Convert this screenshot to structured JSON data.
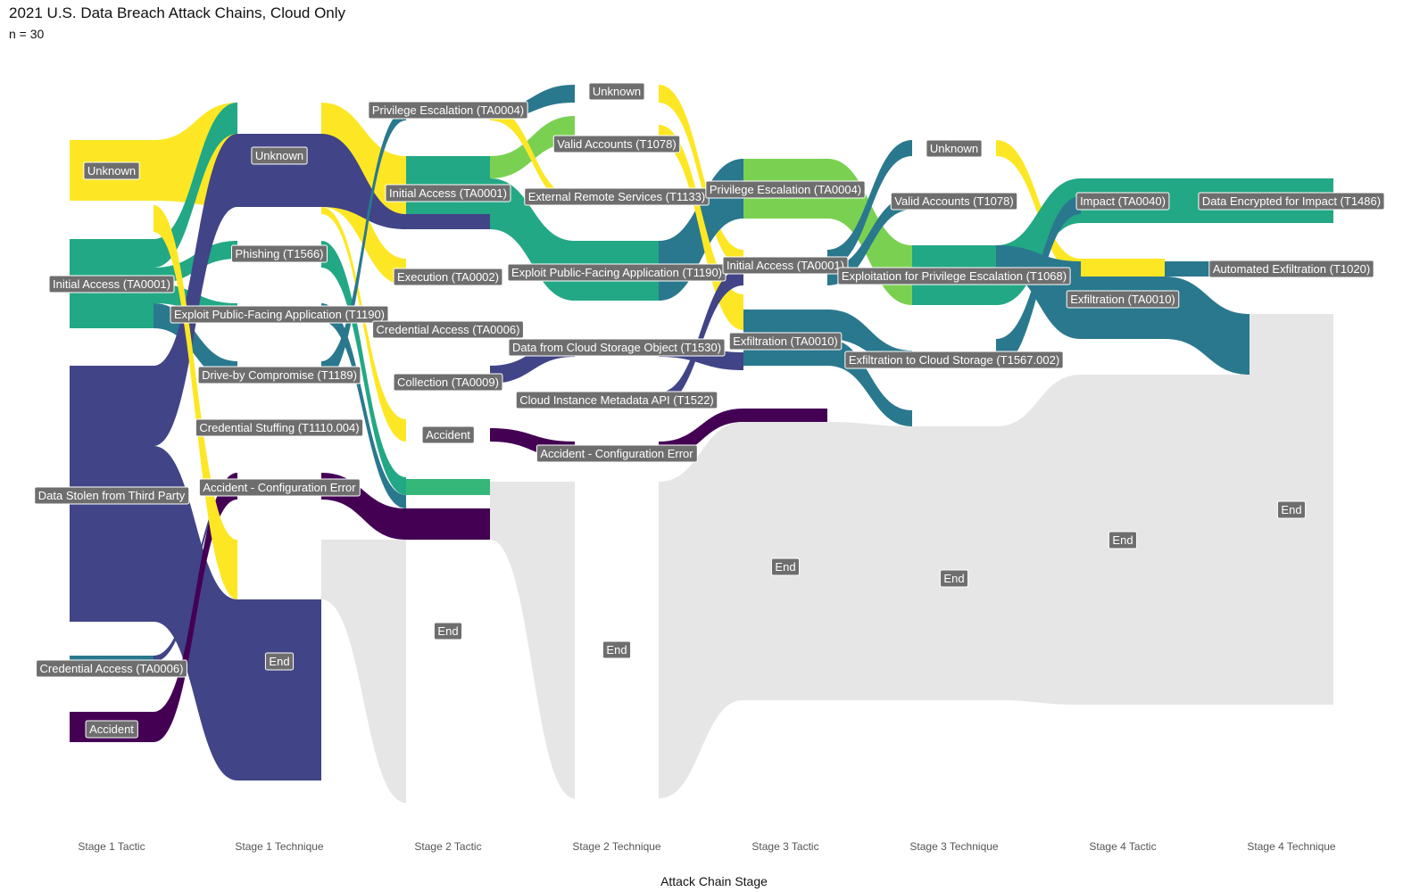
{
  "chart_data": {
    "type": "sankey",
    "title": "2021 U.S. Data Breach Attack Chains, Cloud Only",
    "subtitle": "n = 30",
    "xlabel": "Attack Chain Stage",
    "stages": [
      "Stage 1 Tactic",
      "Stage 1 Technique",
      "Stage 2 Tactic",
      "Stage 2 Technique",
      "Stage 3 Tactic",
      "Stage 3 Technique",
      "Stage 4 Tactic",
      "Stage 4 Technique"
    ],
    "colors": {
      "yellow": "#FDE725",
      "lightgreen": "#7AD151",
      "green": "#22A884",
      "teal": "#2A788E",
      "blue": "#414487",
      "purple": "#440154",
      "end": "#E6E6E6"
    },
    "nodes": [
      {
        "id": "s1_unknown",
        "stage": 0,
        "label": "Unknown",
        "color": "#FDE725",
        "count": 2
      },
      {
        "id": "s1_ia",
        "stage": 0,
        "label": "Initial Access (TA0001)",
        "color": "#22A884",
        "count": 3
      },
      {
        "id": "s1_dstp",
        "stage": 0,
        "label": "Data Stolen from Third Party",
        "color": "#414487",
        "count": 12
      },
      {
        "id": "s1_ca",
        "stage": 0,
        "label": "Credential Access (TA0006)",
        "color": "#2A788E",
        "count": 0
      },
      {
        "id": "s1_acc",
        "stage": 0,
        "label": "Accident",
        "color": "#440154",
        "count": 1
      },
      {
        "id": "t1_unknown",
        "stage": 1,
        "label": "Unknown",
        "color": "#414487",
        "count": 3
      },
      {
        "id": "t1_phish",
        "stage": 1,
        "label": "Phishing (T1566)",
        "color": "#22A884",
        "count": 0
      },
      {
        "id": "t1_epfa",
        "stage": 1,
        "label": "Exploit Public-Facing Application (T1190)",
        "color": "#22A884",
        "count": 0
      },
      {
        "id": "t1_dbc",
        "stage": 1,
        "label": "Drive-by Compromise (T1189)",
        "color": "#2A788E",
        "count": 0
      },
      {
        "id": "t1_cs",
        "stage": 1,
        "label": "Credential Stuffing (T1110.004)",
        "color": "#2A788E",
        "count": 0
      },
      {
        "id": "t1_ace",
        "stage": 1,
        "label": "Accident - Configuration Error",
        "color": "#440154",
        "count": 0
      },
      {
        "id": "t1_end",
        "stage": 1,
        "label": "End",
        "color": "#414487",
        "count": 9
      },
      {
        "id": "s2_pe",
        "stage": 2,
        "label": "Privilege Escalation (TA0004)",
        "color": "#2A788E",
        "count": 0
      },
      {
        "id": "s2_ia",
        "stage": 2,
        "label": "Initial Access (TA0001)",
        "color": "#22A884",
        "count": 3
      },
      {
        "id": "s2_exec",
        "stage": 2,
        "label": "Execution (TA0002)",
        "color": "#414487",
        "count": 0
      },
      {
        "id": "s2_ca",
        "stage": 2,
        "label": "Credential Access (TA0006)",
        "color": "#7AD151",
        "count": 0
      },
      {
        "id": "s2_coll",
        "stage": 2,
        "label": "Collection (TA0009)",
        "color": "#414487",
        "count": 0
      },
      {
        "id": "s2_acc",
        "stage": 2,
        "label": "Accident",
        "color": "#440154",
        "count": 1
      },
      {
        "id": "s2_end",
        "stage": 2,
        "label": "End",
        "color": "#E6E6E6",
        "count": 12
      },
      {
        "id": "t2_unknown",
        "stage": 3,
        "label": "Unknown",
        "color": "#2A788E",
        "count": 0
      },
      {
        "id": "t2_va",
        "stage": 3,
        "label": "Valid Accounts (T1078)",
        "color": "#7AD151",
        "count": 0
      },
      {
        "id": "t2_ers",
        "stage": 3,
        "label": "External Remote Services (T1133)",
        "color": "#22A884",
        "count": 0
      },
      {
        "id": "t2_epfa",
        "stage": 3,
        "label": "Exploit Public-Facing Application (T1190)",
        "color": "#22A884",
        "count": 2
      },
      {
        "id": "t2_dcso",
        "stage": 3,
        "label": "Data from Cloud Storage Object (T1530)",
        "color": "#414487",
        "count": 0
      },
      {
        "id": "t2_cima",
        "stage": 3,
        "label": "Cloud Instance Metadata API (T1522)",
        "color": "#414487",
        "count": 0
      },
      {
        "id": "t2_ace",
        "stage": 3,
        "label": "Accident - Configuration Error",
        "color": "#440154",
        "count": 0
      },
      {
        "id": "t2_end",
        "stage": 3,
        "label": "End",
        "color": "#E6E6E6",
        "count": 16
      },
      {
        "id": "s3_pe",
        "stage": 4,
        "label": "Privilege Escalation (TA0004)",
        "color": "#7AD151",
        "count": 1
      },
      {
        "id": "s3_ia",
        "stage": 4,
        "label": "Initial Access (TA0001)",
        "color": "#FDE725",
        "count": 0
      },
      {
        "id": "s3_exf",
        "stage": 4,
        "label": "Exfiltration (TA0010)",
        "color": "#2A788E",
        "count": 1
      },
      {
        "id": "s3_end",
        "stage": 4,
        "label": "End",
        "color": "#E6E6E6",
        "count": 14
      },
      {
        "id": "t3_unknown",
        "stage": 5,
        "label": "Unknown",
        "color": "#2A788E",
        "count": 0
      },
      {
        "id": "t3_va",
        "stage": 5,
        "label": "Valid Accounts (T1078)",
        "color": "#2A788E",
        "count": 0
      },
      {
        "id": "t3_epe",
        "stage": 5,
        "label": "Exploitation for Privilege Escalation (T1068)",
        "color": "#22A884",
        "count": 1
      },
      {
        "id": "t3_ecs",
        "stage": 5,
        "label": "Exfiltration to Cloud Storage (T1567.002)",
        "color": "#2A788E",
        "count": 1
      },
      {
        "id": "t3_end",
        "stage": 5,
        "label": "End",
        "color": "#E6E6E6",
        "count": 14
      },
      {
        "id": "s4_imp",
        "stage": 6,
        "label": "Impact (TA0040)",
        "color": "#22A884",
        "count": 1
      },
      {
        "id": "s4_exf",
        "stage": 6,
        "label": "Exfiltration (TA0010)",
        "color": "#2A788E",
        "count": 1
      },
      {
        "id": "s4_end",
        "stage": 6,
        "label": "End",
        "color": "#E6E6E6",
        "count": 15
      },
      {
        "id": "t4_dei",
        "stage": 7,
        "label": "Data Encrypted for Impact (T1486)",
        "color": "#22A884",
        "count": 1
      },
      {
        "id": "t4_ae",
        "stage": 7,
        "label": "Automated Exfiltration (T1020)",
        "color": "#2A788E",
        "count": 0
      },
      {
        "id": "t4_end",
        "stage": 7,
        "label": "End",
        "color": "#E6E6E6",
        "count": 16
      }
    ]
  }
}
